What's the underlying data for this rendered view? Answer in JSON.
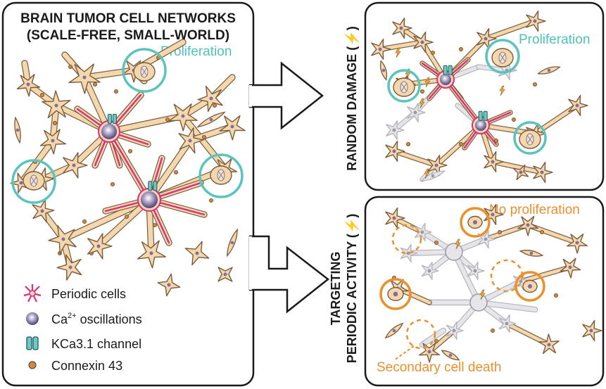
{
  "panels": {
    "main": {
      "title_line1": "BRAIN TUMOR CELL NETWORKS",
      "title_line2": "(SCALE-FREE, SMALL-WORLD)",
      "proliferation_label": "Proliferation"
    },
    "damage": {
      "side_label": "RANDOM DAMAGE (⚡)",
      "proliferation_label": "Proliferation"
    },
    "targeting": {
      "side_label_line1": "TARGETING",
      "side_label_line2": "PERIODIC ACTIVITY (⚡)",
      "no_proliferation_label": "No proliferation",
      "secondary_death_label": "Secondary cell death"
    }
  },
  "legend": {
    "periodic_cells": "Periodic cells",
    "ca_prefix": "Ca",
    "ca_sup": "2+",
    "ca_suffix": " oscillations",
    "kca": "KCa3.1 channel",
    "connexin": "Connexin 43"
  },
  "colors": {
    "cell_fill": "#f3d7ad",
    "cell_stroke": "#7a5a3a",
    "periodic_pink": "#d6307f",
    "teal": "#5cc4be",
    "orange": "#e8912e",
    "grey_cell": "#e6e6ea",
    "hub_purple": "#6c5a8e"
  }
}
